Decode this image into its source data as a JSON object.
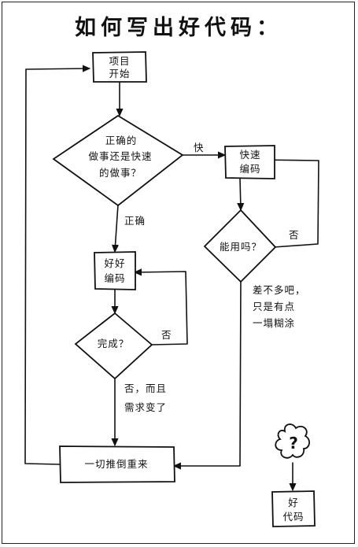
{
  "title": "如何写出好代码：",
  "nodes": {
    "start": [
      "项目",
      "开始"
    ],
    "decision_right_or_fast": [
      "正确的",
      "做事还是快速",
      "的做事？"
    ],
    "code_fast": [
      "快速",
      "编码"
    ],
    "does_it_work": "能用吗？",
    "code_well": [
      "好好",
      "编码"
    ],
    "is_done": "完成？",
    "start_over": "一切推倒重来",
    "good_code": [
      "好",
      "代码"
    ],
    "question_mark": "?"
  },
  "edges": {
    "fast": "快",
    "right": "正确",
    "no_work": "否",
    "almost": [
      "差不多吧，",
      "只是有点",
      "一塌糊涂"
    ],
    "no_done": "否",
    "no_and_changed": [
      "否，而且",
      "需求变了"
    ]
  }
}
